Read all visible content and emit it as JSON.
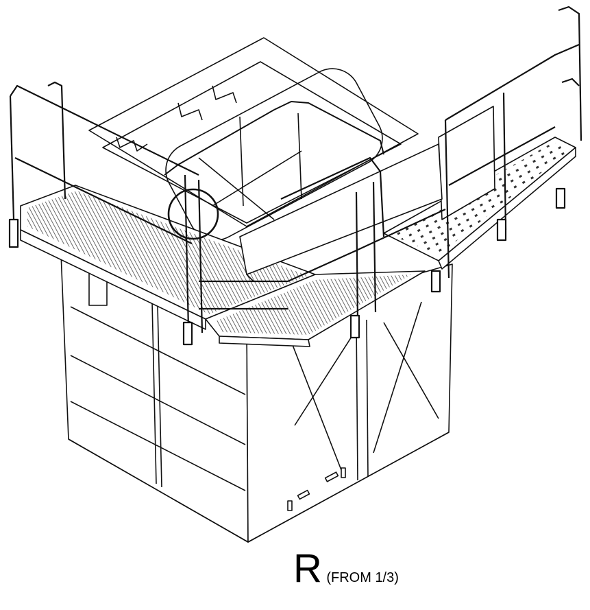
{
  "caption": {
    "view_letter": "R",
    "view_reference": "(FROM 1/3)"
  },
  "callout": {
    "shape": "circle-detail-marker"
  },
  "colors": {
    "line": "#111111",
    "fill": "#ffffff",
    "grating": "#555555"
  }
}
